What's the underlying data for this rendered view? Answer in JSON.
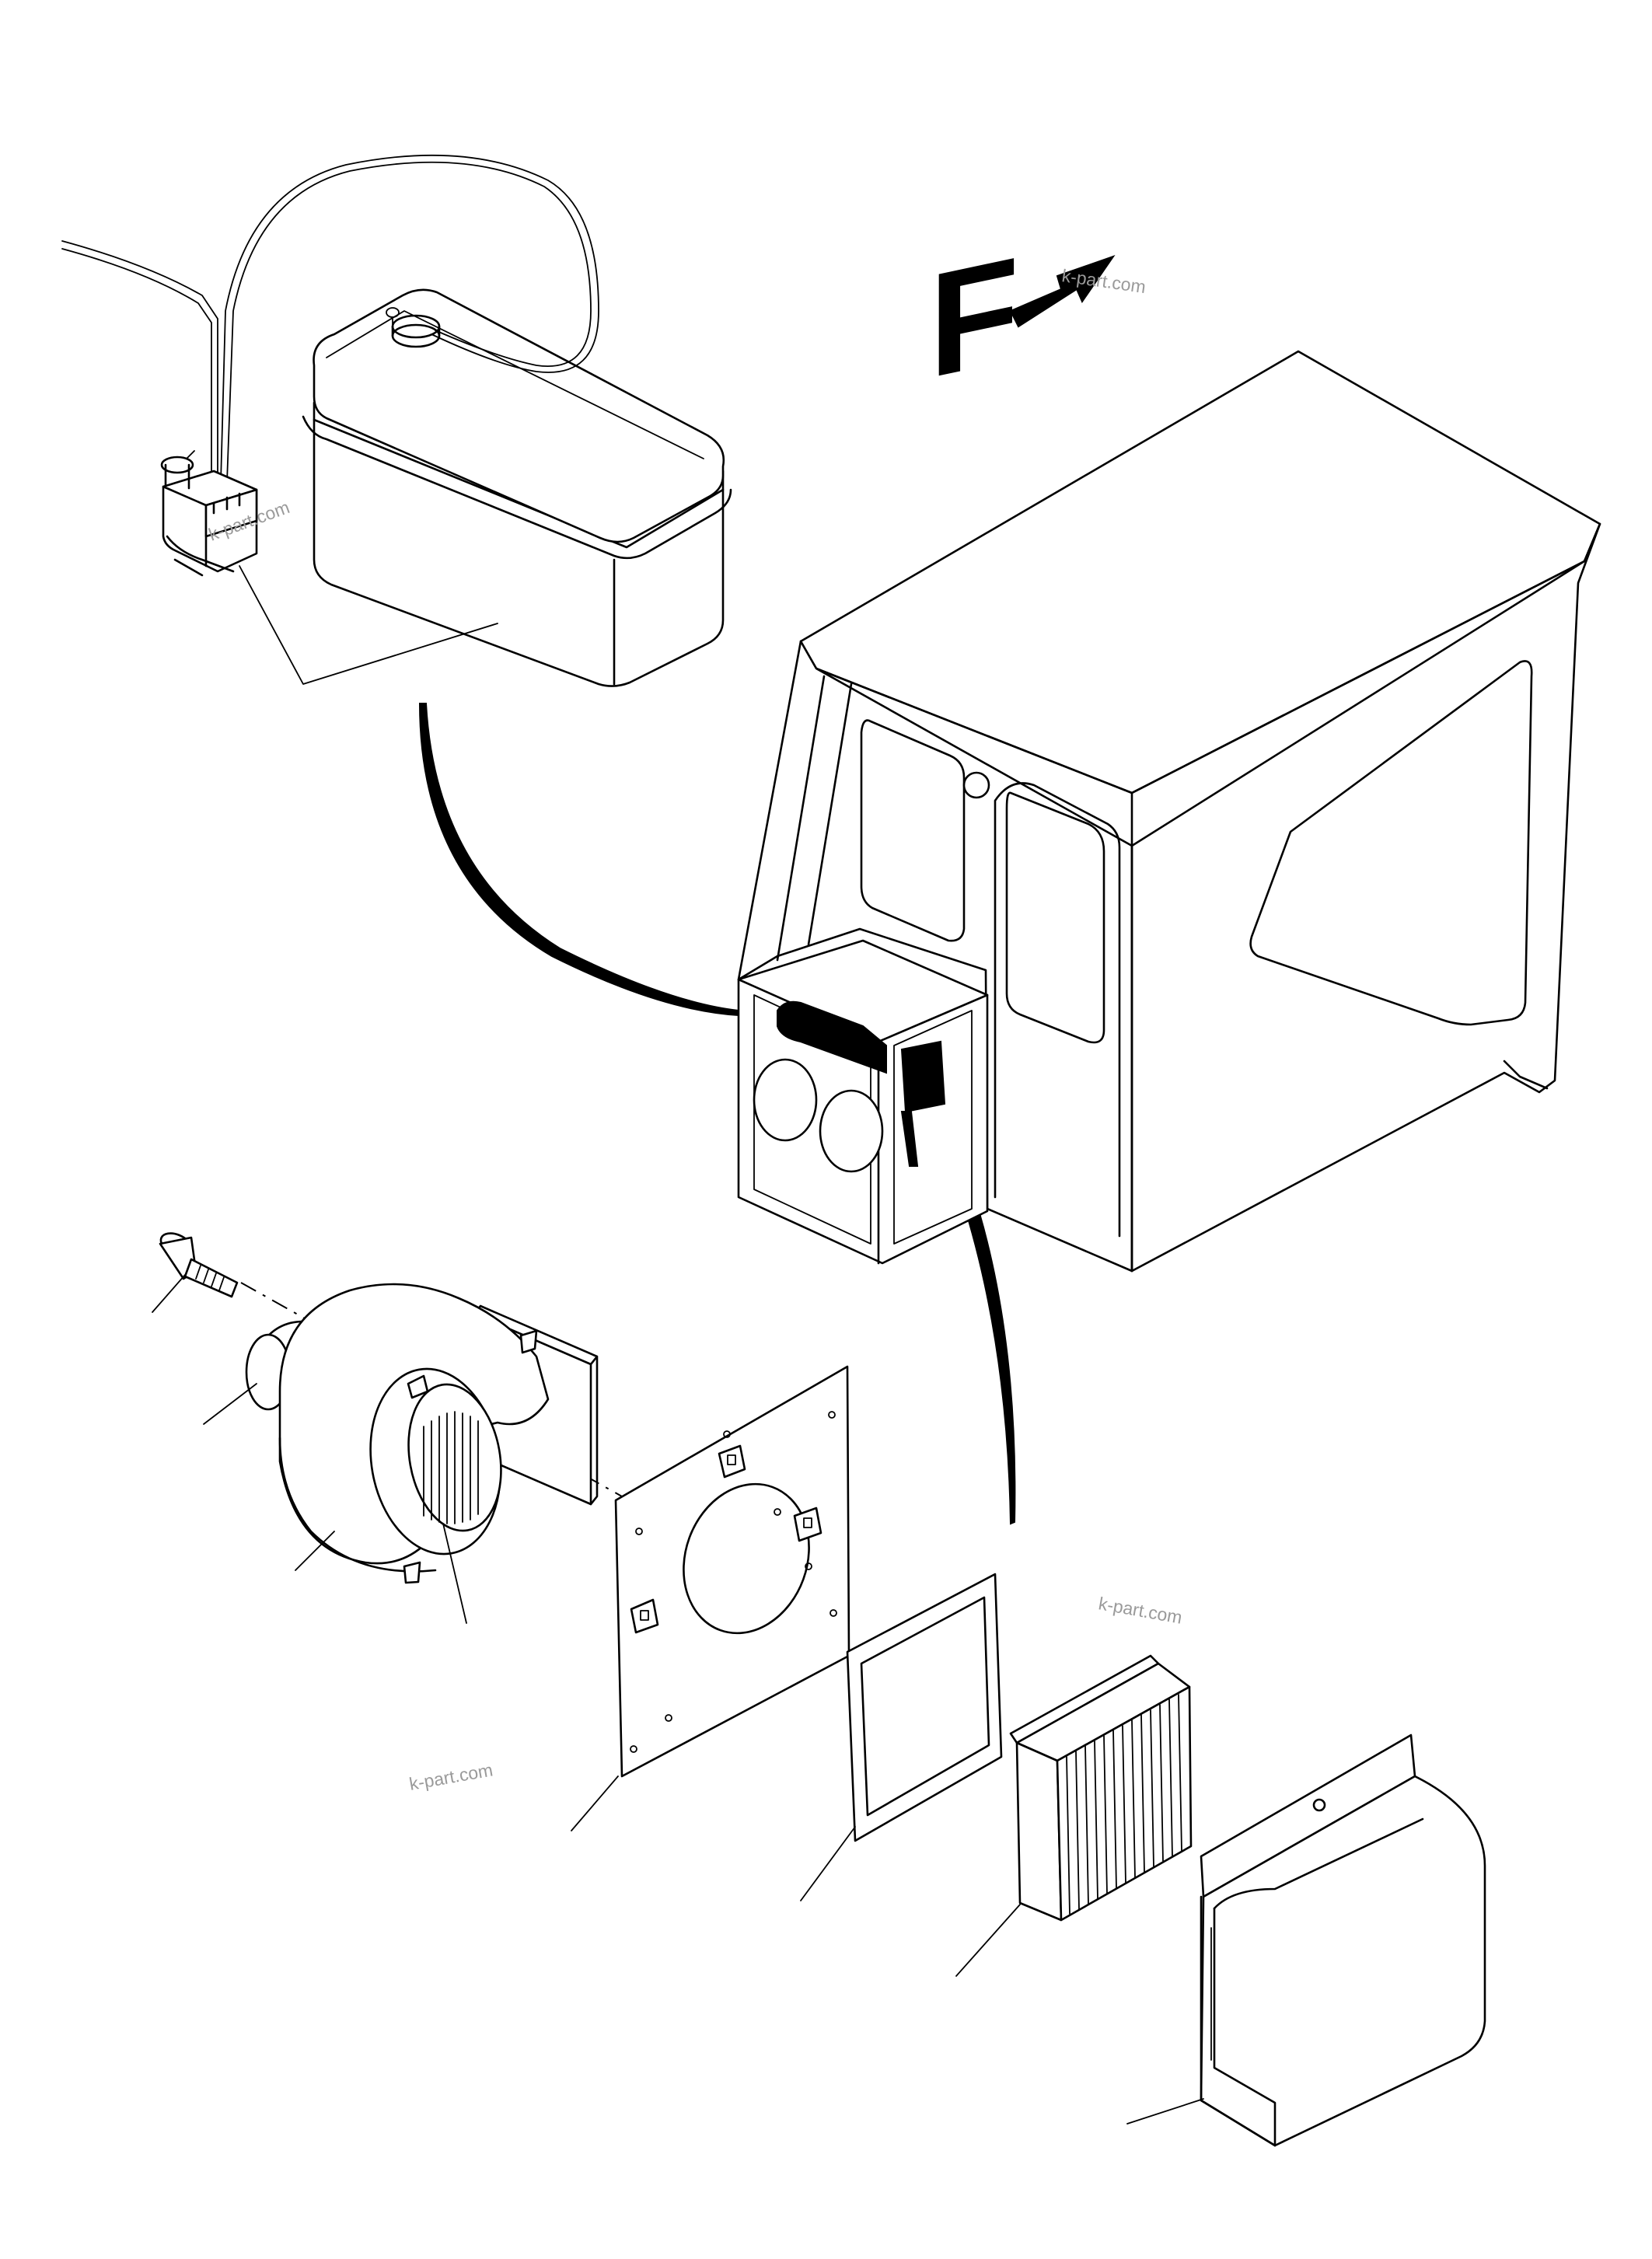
{
  "diagram": {
    "direction_label": "F",
    "watermarks": [
      "k-part.com",
      "k-part.com",
      "k-part.com",
      "k-part.com"
    ]
  }
}
